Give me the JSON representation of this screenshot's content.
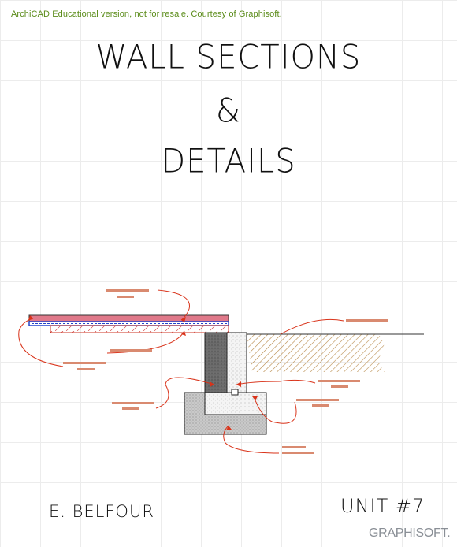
{
  "watermark": "ArchiCAD Educational version, not for resale. Courtesy of Graphisoft.",
  "title": {
    "line1": "WALL SECTIONS",
    "line2": "&",
    "line3": "DETAILS"
  },
  "author": "E. BELFOUR",
  "unit": "UNIT #7",
  "logo": "GRAPHISOFT.",
  "colors": {
    "slab_top": "#e0798a",
    "insulation": "#2244cc",
    "leader": "#d9331a",
    "label_placeholder": "#d98a70",
    "earth_hatch": "#b88a4a",
    "wall_dark": "#6b6b6b",
    "footing": "#c8c8c8"
  }
}
